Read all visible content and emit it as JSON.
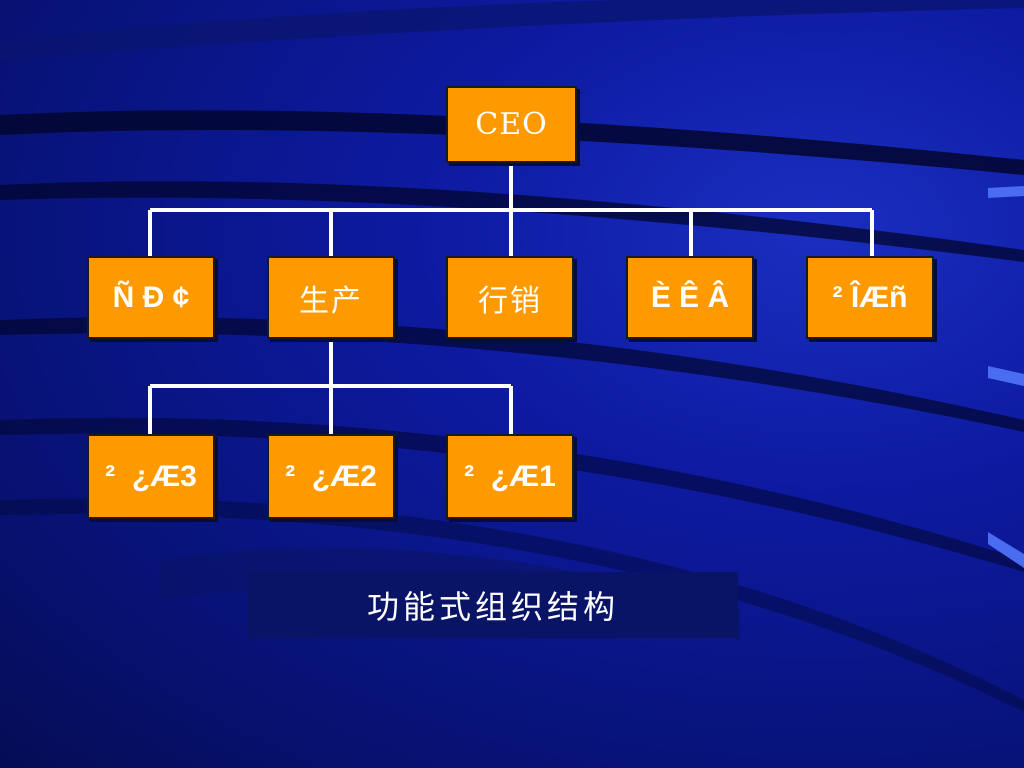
{
  "org_chart": {
    "root": "CEO",
    "level2": [
      "Ñ Ð ¢",
      "生产",
      "行销",
      "È Ê Â",
      "² ÎÆñ"
    ],
    "level3": [
      "²  ¿Æ3",
      "²  ¿Æ2",
      "²  ¿Æ1"
    ]
  },
  "caption": "功能式组织结构"
}
